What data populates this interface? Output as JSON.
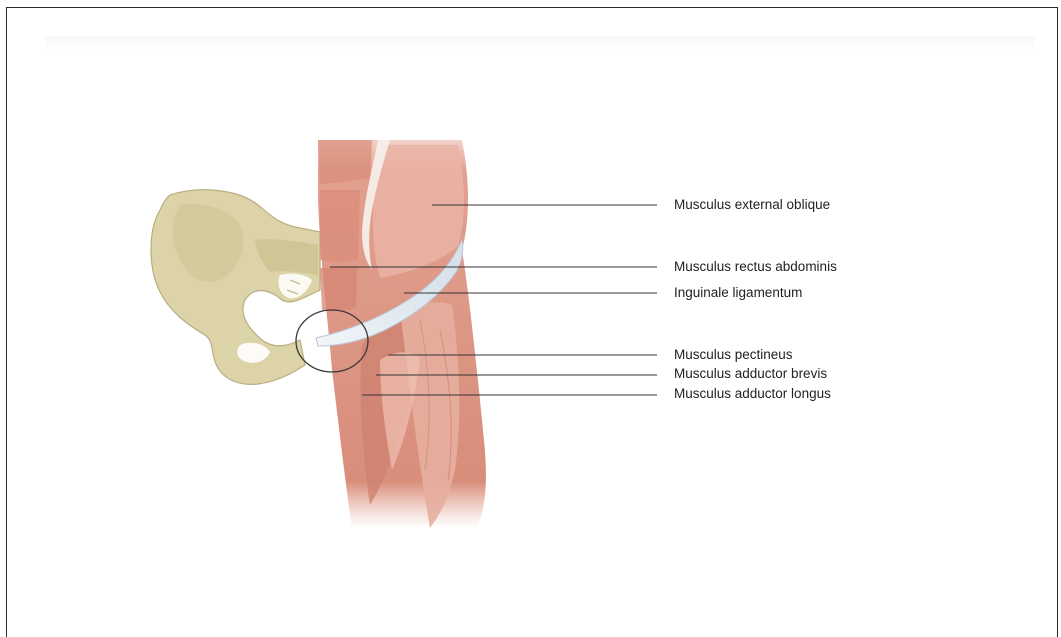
{
  "diagram": {
    "labels": [
      {
        "id": "external-oblique",
        "text": "Musculus external oblique"
      },
      {
        "id": "rectus-abdominis",
        "text": "Musculus rectus abdominis"
      },
      {
        "id": "inguinal-ligament",
        "text": "Inguinale ligamentum"
      },
      {
        "id": "pectineus",
        "text": "Musculus pectineus"
      },
      {
        "id": "adductor-brevis",
        "text": "Musculus adductor brevis"
      },
      {
        "id": "adductor-longus",
        "text": "Musculus adductor longus"
      }
    ],
    "colors": {
      "bone": "#ddd3a9",
      "bone_shadow": "#b9ae80",
      "muscle": "#e2a08f",
      "muscle_dark": "#c97a68",
      "muscle_light": "#f0c2b5",
      "ligament": "#e8eef4",
      "leader": "#333333"
    }
  }
}
